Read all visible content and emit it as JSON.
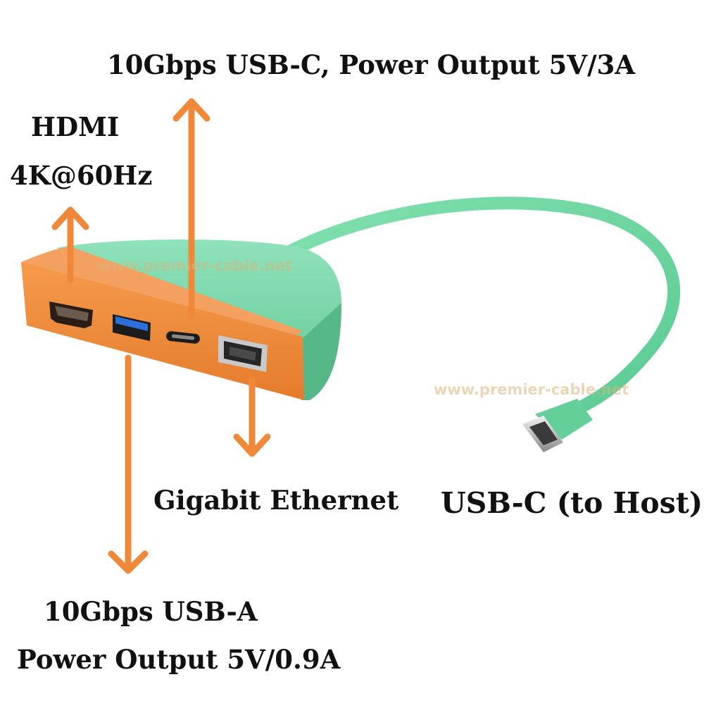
{
  "labels": {
    "usbc_port": "10Gbps USB-C, Power Output 5V/3A",
    "hdmi_title": "HDMI",
    "hdmi_spec": "4K@60Hz",
    "ethernet": "Gigabit Ethernet",
    "host": "USB-C (to Host)",
    "usba_title": "10Gbps USB-A",
    "usba_spec": "Power Output 5V/0.9A"
  },
  "watermark": "www.premier-cable.net",
  "colors": {
    "arrow": "#f0883a",
    "housing_orange": "#f08a3c",
    "housing_green": "#72d3a6",
    "cable_green": "#6fd7a2",
    "usb_a_blue": "#2d6fd8"
  }
}
